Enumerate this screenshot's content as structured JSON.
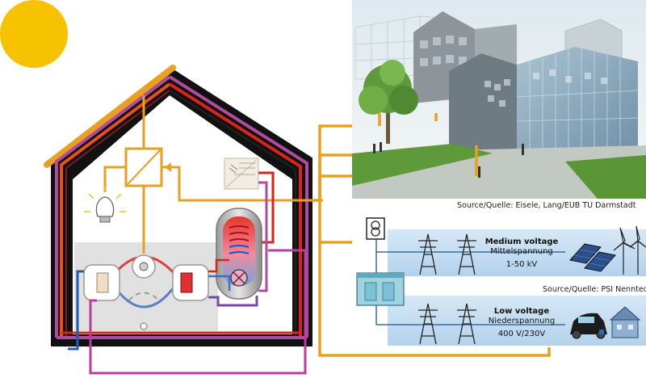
{
  "captions": {
    "photo_source": "Source/Quelle: Eisele, Lang/EUB TU Darmstadt",
    "grid_source": "Source/Quelle: PSI Nenntec"
  },
  "grid": {
    "medium": {
      "title": "Medium voltage",
      "subtitle": "Mittelspannung",
      "range": "1-50 kV"
    },
    "low": {
      "title": "Low voltage",
      "subtitle": "Niederspannung",
      "range": "400 V/230V"
    }
  },
  "colors": {
    "sun": "#f7c200",
    "orange": "#e8a020",
    "pink": "#c03c9c",
    "red": "#d8251b",
    "black": "#111111",
    "purple": "#7a4a9c",
    "blue": "#1f5fa8",
    "grid_blue": "#b9d7ee"
  },
  "icons": {
    "sun": "sun-icon",
    "bulb": "light-bulb-icon",
    "solar": "solar-panel-icon",
    "transformer": "transformer-icon",
    "car": "electric-car-icon",
    "house": "house-icon",
    "wind": "wind-turbine-icon",
    "pylon": "pylon-icon"
  }
}
